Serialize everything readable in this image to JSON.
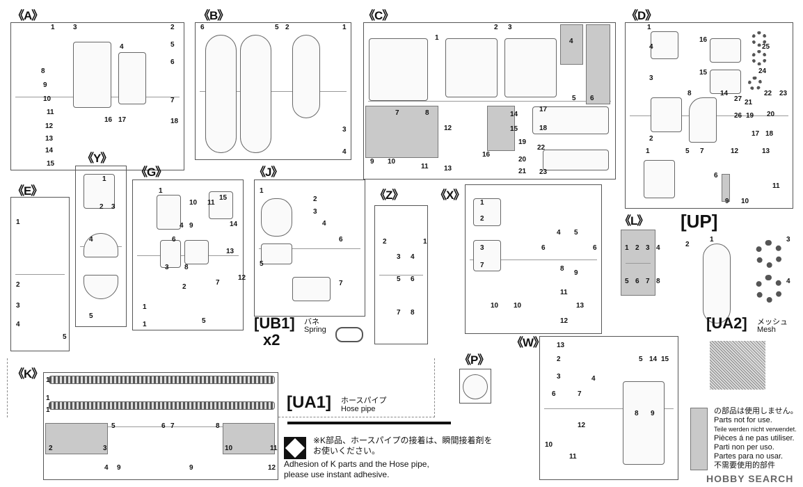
{
  "sprues": {
    "A": {
      "label": "《A》",
      "numbers": [
        "1",
        "3",
        "2",
        "5",
        "4",
        "6",
        "7",
        "8",
        "9",
        "10",
        "11",
        "12",
        "13",
        "14",
        "15",
        "16",
        "17",
        "18"
      ]
    },
    "B": {
      "label": "《B》",
      "numbers": [
        "6",
        "5",
        "2",
        "1",
        "3",
        "4"
      ]
    },
    "C": {
      "label": "《C》",
      "numbers": [
        "1",
        "2",
        "3",
        "4",
        "5",
        "6",
        "7",
        "8",
        "14",
        "15",
        "16",
        "12",
        "13",
        "9",
        "10",
        "11",
        "17",
        "18",
        "19",
        "20",
        "21",
        "22",
        "23"
      ]
    },
    "D": {
      "label": "《D》",
      "numbers": [
        "1",
        "16",
        "25",
        "4",
        "15",
        "24",
        "3",
        "8",
        "14",
        "22",
        "23",
        "27",
        "21",
        "20",
        "2",
        "26",
        "19",
        "17",
        "18",
        "1",
        "5",
        "7",
        "12",
        "13",
        "6",
        "11",
        "10",
        "9"
      ]
    },
    "E": {
      "label": "《E》",
      "numbers": [
        "1",
        "2",
        "3",
        "4",
        "5"
      ]
    },
    "Y": {
      "label": "《Y》",
      "numbers": [
        "1",
        "2",
        "3",
        "4",
        "5"
      ]
    },
    "G": {
      "label": "《G》",
      "numbers": [
        "1",
        "10",
        "11",
        "15",
        "4",
        "9",
        "14",
        "13",
        "3",
        "8",
        "6",
        "12",
        "2",
        "7",
        "1",
        "5",
        "1"
      ]
    },
    "J": {
      "label": "《J》",
      "numbers": [
        "1",
        "2",
        "3",
        "4",
        "6",
        "5",
        "7"
      ]
    },
    "Z": {
      "label": "《Z》",
      "numbers": [
        "2",
        "1",
        "3",
        "4",
        "5",
        "6",
        "7",
        "8"
      ]
    },
    "X": {
      "label": "《X》",
      "numbers": [
        "1",
        "2",
        "4",
        "5",
        "6",
        "6",
        "3",
        "7",
        "8",
        "9",
        "10",
        "10",
        "11",
        "13",
        "12"
      ]
    },
    "L": {
      "label": "《L》",
      "numbers": [
        "1",
        "2",
        "3",
        "4",
        "5",
        "6",
        "7",
        "8"
      ]
    },
    "UP": {
      "label": "[UP]",
      "numbers": [
        "2",
        "1",
        "3",
        "4"
      ]
    },
    "K": {
      "label": "《K》",
      "numbers": [
        "1",
        "1",
        "1",
        "2",
        "3",
        "5",
        "6",
        "7",
        "8",
        "10",
        "11",
        "4",
        "9",
        "9",
        "12"
      ]
    },
    "P": {
      "label": "《P》",
      "numbers": []
    },
    "W": {
      "label": "《W》",
      "numbers": [
        "13",
        "2",
        "14",
        "15",
        "5",
        "3",
        "4",
        "6",
        "7",
        "8",
        "9",
        "12",
        "10",
        "11"
      ]
    }
  },
  "ub1": {
    "code": "[UB1]",
    "jp": "バネ",
    "en": "Spring",
    "qty": "x2"
  },
  "ua2": {
    "code": "[UA2]",
    "jp": "メッシュ",
    "en": "Mesh"
  },
  "ua1": {
    "code": "[UA1]",
    "jp": "ホースパイプ",
    "en": "Hose pipe"
  },
  "adhesion_note": {
    "jp1": "※K部品、ホースパイプの接着は、瞬間接着剤を",
    "jp2": "お使いください。",
    "en1": "Adhesion of K parts and the Hose pipe,",
    "en2": "please use instant adhesive."
  },
  "legend": {
    "lines": [
      "の部品は使用しません。",
      "Parts not for use.",
      "Teile werden nicht verwendet.",
      "Pièces á ne pas utiliser.",
      "Parti non per uso.",
      "Partes para no usar.",
      "不需要使用的部件"
    ]
  },
  "watermark": "HOBBY SEARCH"
}
